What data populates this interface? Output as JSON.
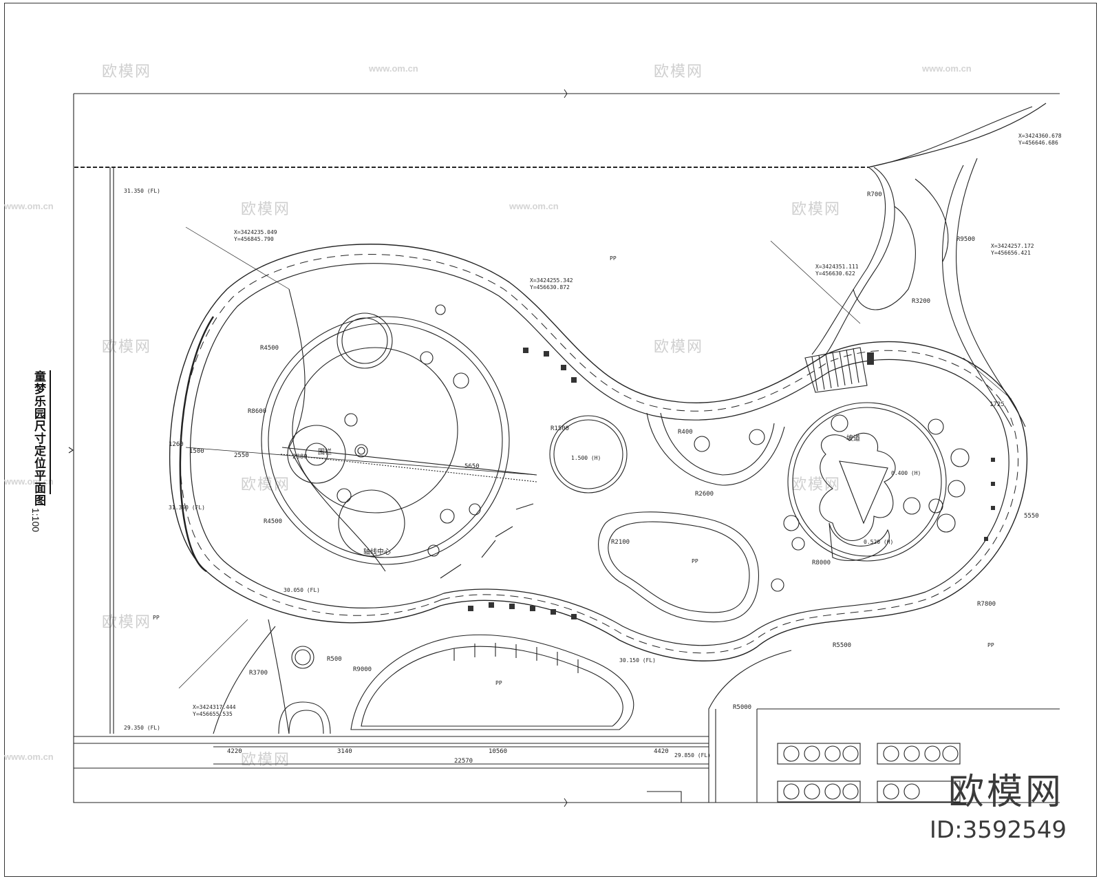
{
  "drawing": {
    "title": "童梦乐园尺寸定位平面图",
    "scale": "1:100"
  },
  "watermark": {
    "text": "欧模网",
    "url": "www.om.cn",
    "brand": "欧模网",
    "id": "ID:3592549"
  },
  "dimensions": {
    "d4220": "4220",
    "d3140": "3140",
    "d10560": "10560",
    "d4420": "4420",
    "d22570": "22570",
    "d2550": "2550",
    "d2880": "2880",
    "d1500": "1500",
    "d1260": "1260",
    "d5650": "5650",
    "d1725": "1725",
    "d5550": "5550"
  },
  "radii": {
    "r4500": "R4500",
    "r8600": "R8600",
    "r4500b": "R4500",
    "r1500": "R1500",
    "r500": "R500",
    "r3700": "R3700",
    "r3200": "R3200",
    "r9000": "R9000",
    "r7800": "R7800",
    "r2100": "R2100",
    "r2600": "R2600",
    "r5500": "R5500",
    "r400": "R400",
    "r700": "R700",
    "r8000": "R8000",
    "r5000": "R5000",
    "r9500": "R9500"
  },
  "elevations": {
    "e1": "31.350 (FL)",
    "e2": "30.050 (FL)",
    "e3": "30.150 (FL)",
    "e4": "29.350 (FL)",
    "e5": "31.350 (FL)",
    "e6": "29.850 (FL)",
    "e7": "1.500 (H)",
    "e8": "0.520 (H)",
    "e9": "0.400 (H)"
  },
  "coordinates": {
    "c1": "X=3424235.049",
    "c1y": "Y=456845.790",
    "c2": "X=3424255.342",
    "c2y": "Y=456630.872",
    "c3": "X=3424317.444",
    "c3y": "Y=456655.535",
    "c4": "X=3424351.111",
    "c4y": "Y=456630.622",
    "c5": "X=3424257.172",
    "c5y": "Y=456656.421",
    "c6": "X=3424360.678",
    "c6y": "Y=456646.686"
  },
  "labels": {
    "pp": "PP",
    "fence": "围栏",
    "center": "轴线中心",
    "slope": "坡道"
  }
}
